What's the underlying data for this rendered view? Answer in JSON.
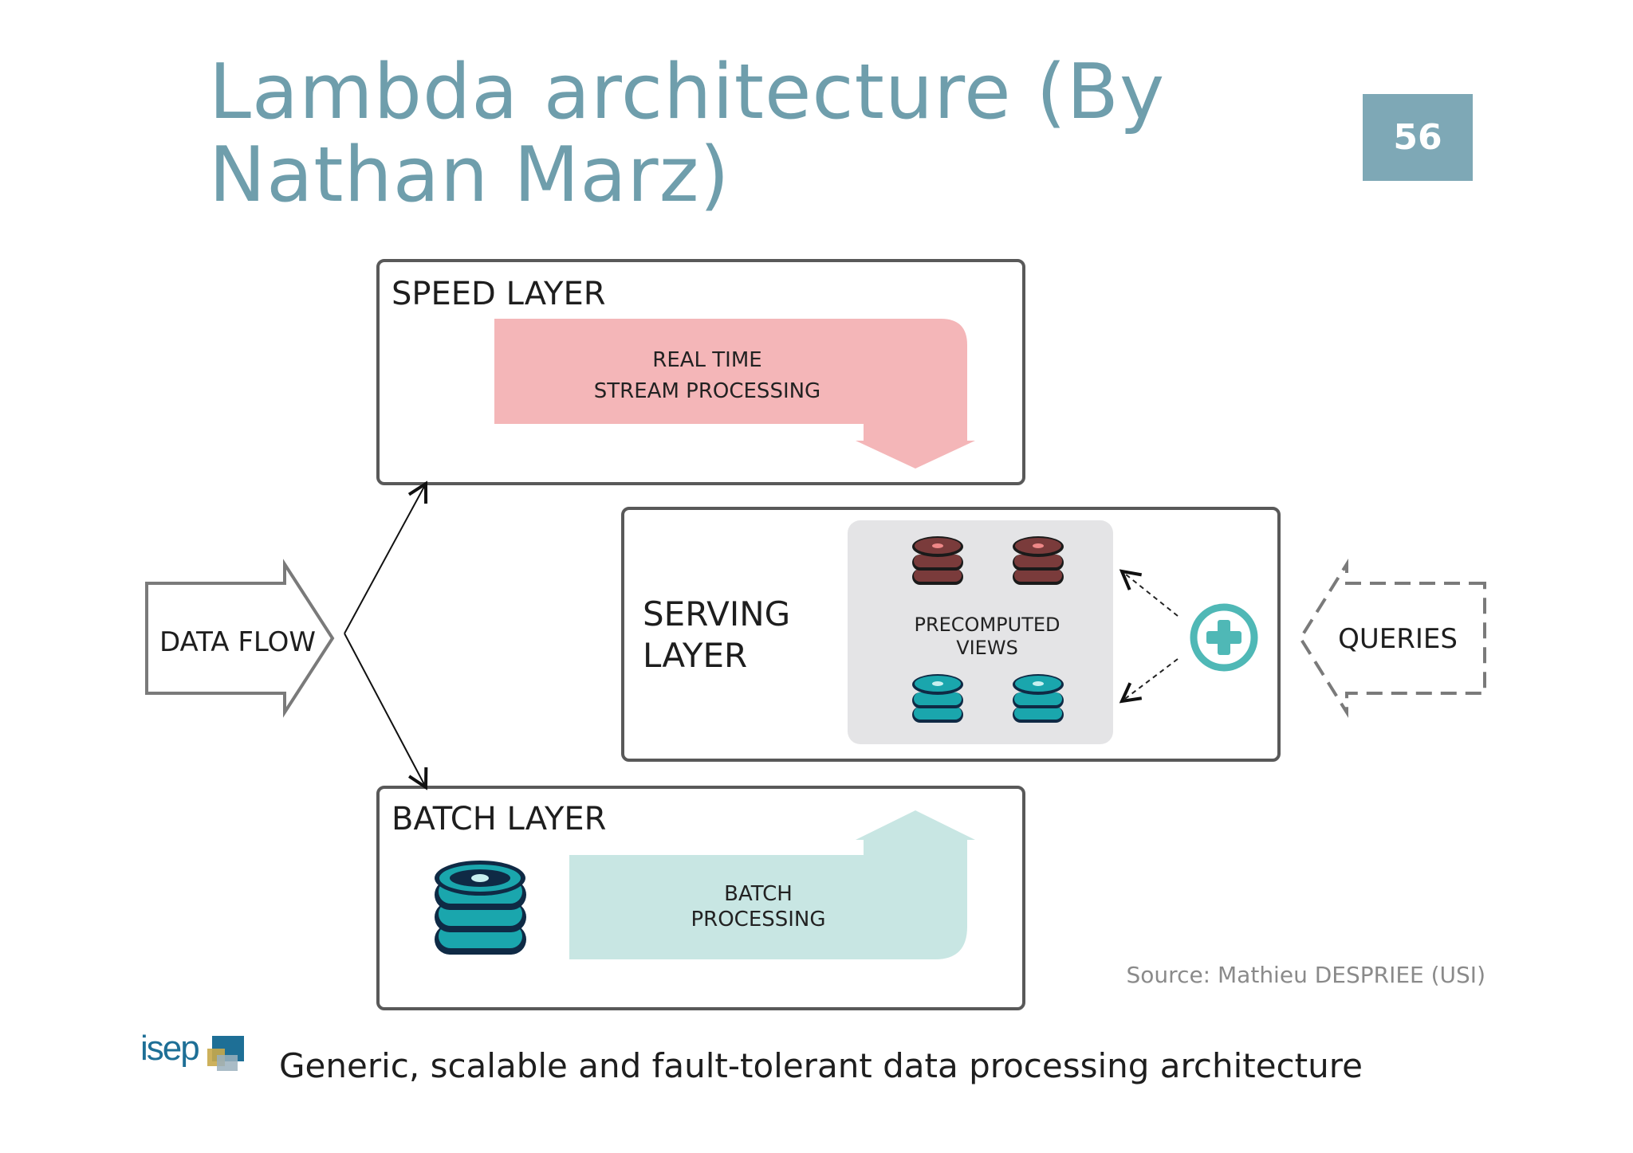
{
  "title": "Lambda architecture (By Nathan Marz)",
  "page_number": "56",
  "diagram": {
    "speed_layer": {
      "label": "SPEED LAYER",
      "process_line1": "REAL TIME",
      "process_line2": "STREAM PROCESSING"
    },
    "serving_layer": {
      "label_line1": "SERVING",
      "label_line2": "LAYER",
      "views_line1": "PRECOMPUTED",
      "views_line2": "VIEWS"
    },
    "batch_layer": {
      "label": "BATCH LAYER",
      "process_line1": "BATCH",
      "process_line2": "PROCESSING"
    },
    "data_flow_label": "DATA FLOW",
    "queries_label": "QUERIES"
  },
  "source": "Source: Mathieu DESPRIEE (USI)",
  "caption": "Generic, scalable and fault-tolerant data processing architecture",
  "logo_text": "isep",
  "colors": {
    "title": "#6f9eac",
    "badge": "#7ea8b6",
    "speed_arrow": "#f4b6b8",
    "batch_arrow": "#c8e6e3",
    "views_panel": "#e4e4e6",
    "db_red": "#7a3b3b",
    "db_teal": "#1aa6ad",
    "db_navy": "#0f2a45",
    "plus_circle": "#4fb8b6"
  }
}
